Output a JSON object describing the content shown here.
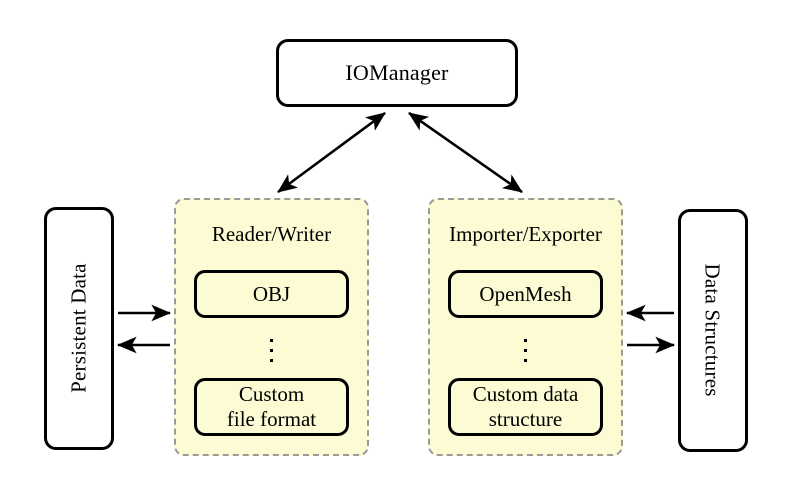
{
  "diagram": {
    "title_node": {
      "label": "IOManager"
    },
    "left_store": {
      "label": "Persistent Data"
    },
    "right_store": {
      "label": "Data Structures"
    },
    "panels": [
      {
        "title": "Reader/Writer",
        "items": [
          {
            "label": "OBJ"
          },
          {
            "label": "Custom\nfile format"
          }
        ],
        "ellipsis": "vertical-dots"
      },
      {
        "title": "Importer/Exporter",
        "items": [
          {
            "label": "OpenMesh"
          },
          {
            "label": "Custom data\nstructure"
          }
        ],
        "ellipsis": "vertical-dots"
      }
    ],
    "connections": [
      {
        "from": "IOManager",
        "to": "Reader/Writer",
        "style": "double-headed-diagonal"
      },
      {
        "from": "IOManager",
        "to": "Importer/Exporter",
        "style": "double-headed-diagonal"
      },
      {
        "from": "Persistent Data",
        "to": "Reader/Writer",
        "style": "single-headed-right"
      },
      {
        "from": "Reader/Writer",
        "to": "Persistent Data",
        "style": "single-headed-left"
      },
      {
        "from": "Data Structures",
        "to": "Importer/Exporter",
        "style": "single-headed-left"
      },
      {
        "from": "Importer/Exporter",
        "to": "Data Structures",
        "style": "single-headed-right"
      }
    ],
    "colors": {
      "panel_fill": "#fcfbd4",
      "panel_border": "#9a9a9a",
      "node_border": "#000000",
      "node_fill": "#ffffff",
      "text": "#000000"
    }
  }
}
